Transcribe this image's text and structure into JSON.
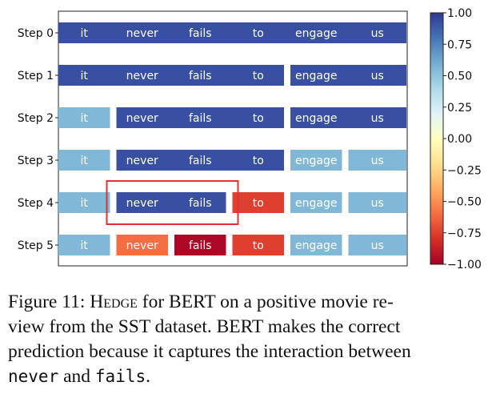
{
  "chart_data": {
    "type": "heatmap",
    "rows": [
      "Step 0",
      "Step 1",
      "Step 2",
      "Step 3",
      "Step 4",
      "Step 5"
    ],
    "tokens": [
      "it",
      "never",
      "fails",
      "to",
      "engage",
      "us"
    ],
    "segments": [
      [
        {
          "start": 0,
          "end": 5,
          "value": 0.92
        }
      ],
      [
        {
          "start": 0,
          "end": 3,
          "value": 0.92
        },
        {
          "start": 4,
          "end": 5,
          "value": 0.92
        }
      ],
      [
        {
          "start": 0,
          "end": 0,
          "value": 0.55
        },
        {
          "start": 1,
          "end": 3,
          "value": 0.92
        },
        {
          "start": 4,
          "end": 5,
          "value": 0.92
        }
      ],
      [
        {
          "start": 0,
          "end": 0,
          "value": 0.55
        },
        {
          "start": 1,
          "end": 3,
          "value": 0.92
        },
        {
          "start": 4,
          "end": 4,
          "value": 0.55
        },
        {
          "start": 5,
          "end": 5,
          "value": 0.55
        }
      ],
      [
        {
          "start": 0,
          "end": 0,
          "value": 0.55
        },
        {
          "start": 1,
          "end": 2,
          "value": 0.92
        },
        {
          "start": 3,
          "end": 3,
          "value": -0.75
        },
        {
          "start": 4,
          "end": 4,
          "value": 0.55
        },
        {
          "start": 5,
          "end": 5,
          "value": 0.55
        }
      ],
      [
        {
          "start": 0,
          "end": 0,
          "value": 0.55
        },
        {
          "start": 1,
          "end": 1,
          "value": -0.6
        },
        {
          "start": 2,
          "end": 2,
          "value": -0.97
        },
        {
          "start": 3,
          "end": 3,
          "value": -0.75
        },
        {
          "start": 4,
          "end": 4,
          "value": 0.55
        },
        {
          "start": 5,
          "end": 5,
          "value": 0.55
        }
      ]
    ],
    "highlight": {
      "row": 4,
      "start": 1,
      "end": 2,
      "color": "#e03030"
    },
    "colorbar": {
      "range": [
        -1,
        1
      ],
      "ticks": [
        1,
        0.75,
        0.5,
        0.25,
        0,
        -0.25,
        -0.5,
        -0.75,
        -1
      ],
      "tick_labels": [
        "1.00",
        "0.75",
        "0.50",
        "0.25",
        "0.00",
        "−0.25",
        "−0.50",
        "−0.75",
        "−1.00"
      ],
      "colormap": "RdYlBu"
    }
  },
  "caption": {
    "line1_a": "Figure 11:  ",
    "line1_b": "Hedge",
    "line1_c": " for BERT on a positive movie re-",
    "line2": "view from the SST dataset.  BERT makes the correct",
    "line3": "prediction because it captures the interaction between",
    "line4_word1": "never",
    "line4_mid": " and ",
    "line4_word2": "fails",
    "line4_end": "."
  }
}
